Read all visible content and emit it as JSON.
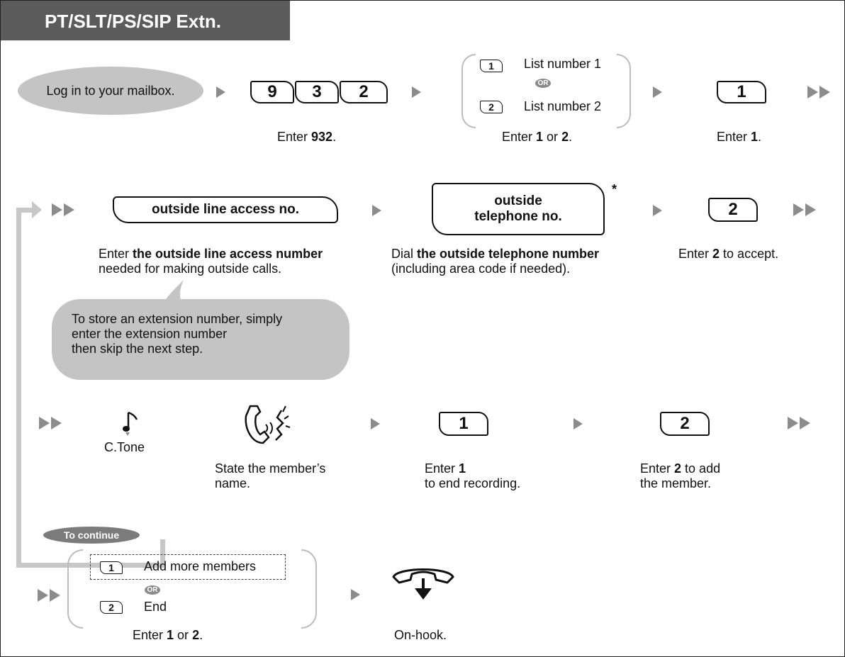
{
  "header": {
    "title": "PT/SLT/PS/SIP Extn."
  },
  "row1": {
    "login_label": "Log in to your mailbox.",
    "keys_932": [
      "9",
      "3",
      "2"
    ],
    "caption_932_pre": "Enter ",
    "caption_932_bold": "932",
    "caption_932_post": ".",
    "choice1_key": "1",
    "choice1_label": "List number 1",
    "or_label": "OR",
    "choice2_key": "2",
    "choice2_label": "List number 2",
    "caption_choice_pre": "Enter ",
    "caption_choice_b1": "1",
    "caption_choice_mid": " or ",
    "caption_choice_b2": "2",
    "caption_choice_post": ".",
    "key_1": "1",
    "caption_1_pre": "Enter ",
    "caption_1_bold": "1",
    "caption_1_post": "."
  },
  "row2": {
    "access_label": "outside line access no.",
    "caption_access_pre": "Enter ",
    "caption_access_bold": "the outside line access number",
    "caption_access_line2": "needed for making outside calls.",
    "tel_label_1": "outside",
    "tel_label_2": "telephone no.",
    "asterisk": "*",
    "caption_tel_pre": "Dial ",
    "caption_tel_bold": "the outside telephone number",
    "caption_tel_line2": "(including area code if needed).",
    "key_2": "2",
    "caption_2_pre": "Enter ",
    "caption_2_bold": "2",
    "caption_2_post": " to accept."
  },
  "tip": {
    "line1": "To store an extension number, simply",
    "line2": "enter the extension number",
    "line3": "then skip the next step."
  },
  "row3": {
    "tone_label": "C.Tone",
    "state_line1": "State the member’s",
    "state_line2": "name.",
    "key_1": "1",
    "caption_1_pre": "Enter ",
    "caption_1_bold": "1",
    "caption_1_line2": "to end recording.",
    "key_2": "2",
    "caption_2_pre": "Enter ",
    "caption_2_bold": "2",
    "caption_2_post": " to add",
    "caption_2_line2": "the member."
  },
  "row4": {
    "continue_label": "To continue",
    "choice1_key": "1",
    "choice1_label": "Add more members",
    "or_label": "OR",
    "choice2_key": "2",
    "choice2_label": "End",
    "caption_pre": "Enter ",
    "caption_b1": "1",
    "caption_mid": " or ",
    "caption_b2": "2",
    "caption_post": ".",
    "onhook_label": "On-hook."
  }
}
